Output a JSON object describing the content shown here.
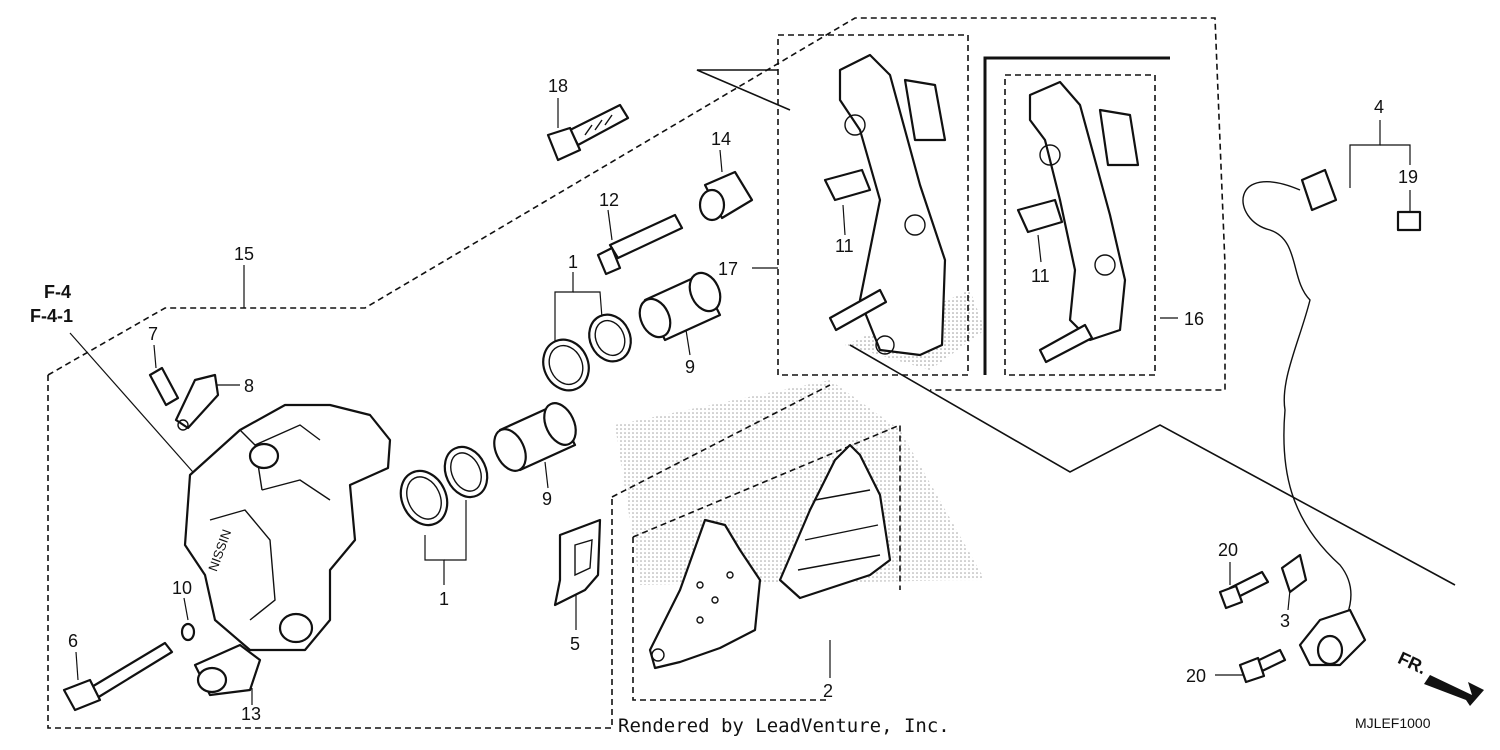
{
  "callouts": {
    "c1a": "1",
    "c1b": "1",
    "c2": "2",
    "c3": "3",
    "c4": "4",
    "c5": "5",
    "c6": "6",
    "c7": "7",
    "c8": "8",
    "c9a": "9",
    "c9b": "9",
    "c10": "10",
    "c11a": "11",
    "c11b": "11",
    "c12": "12",
    "c13": "13",
    "c14": "14",
    "c15": "15",
    "c16": "16",
    "c17": "17",
    "c18": "18",
    "c19": "19",
    "c20a": "20",
    "c20b": "20"
  },
  "section_refs": {
    "f4": "F-4",
    "f41": "F-4-1"
  },
  "direction_label": "FR.",
  "footer": {
    "credit": "Rendered by LeadVenture, Inc."
  },
  "diagram_code": "MJLEF1000"
}
